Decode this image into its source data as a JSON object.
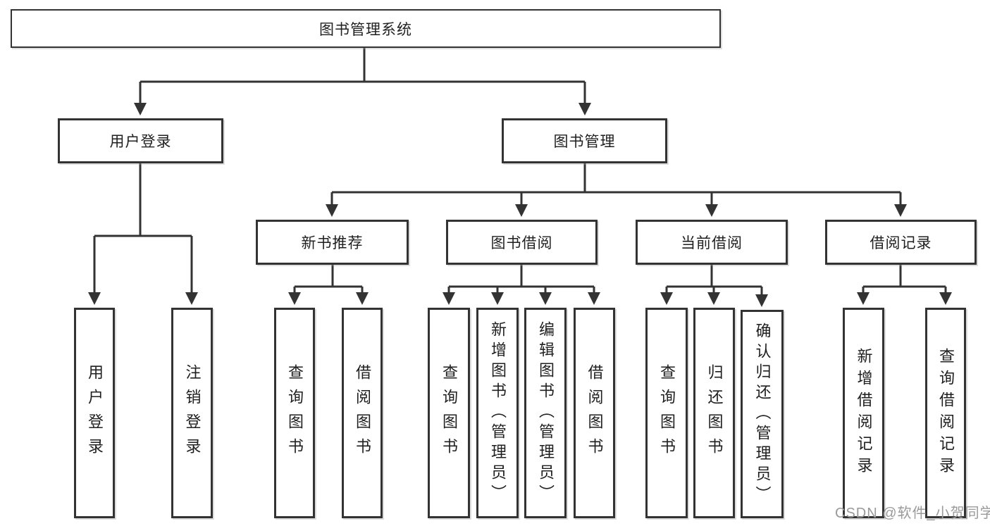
{
  "diagram": {
    "type": "hierarchy-tree",
    "watermark": "CSDN @软件_小贺同学",
    "colors": {
      "background": "#ffffff",
      "box_border": "#333333",
      "connector": "#333333",
      "text": "#1f1f1f",
      "watermark_text": "#9a9a9a"
    }
  },
  "nodes": {
    "root": {
      "label": "图书管理系统"
    },
    "user_login": {
      "label": "用户登录"
    },
    "book_mgmt": {
      "label": "图书管理"
    },
    "new_books": {
      "label": "新书推荐"
    },
    "book_borrow": {
      "label": "图书借阅"
    },
    "current_borrow": {
      "label": "当前借阅"
    },
    "borrow_records": {
      "label": "借阅记录"
    },
    "leaves": {
      "user_login": {
        "label": "用户登录"
      },
      "logout": {
        "label": "注销登录"
      },
      "nb_query": {
        "label": "查询图书"
      },
      "nb_borrow": {
        "label": "借阅图书"
      },
      "bb_query": {
        "label": "查询图书"
      },
      "bb_add": {
        "label": "新增图书（管理员）"
      },
      "bb_edit": {
        "label": "编辑图书（管理员）"
      },
      "bb_borrow": {
        "label": "借阅图书"
      },
      "cb_query": {
        "label": "查询图书"
      },
      "cb_return": {
        "label": "归还图书"
      },
      "cb_confirm": {
        "label": "确认归还（管理员）"
      },
      "br_add": {
        "label": "新增借阅记录"
      },
      "br_query": {
        "label": "查询借阅记录"
      }
    }
  },
  "edges": [
    {
      "from": "图书管理系统",
      "to": [
        "用户登录",
        "图书管理"
      ]
    },
    {
      "from": "用户登录",
      "to": [
        "用户登录",
        "注销登录"
      ]
    },
    {
      "from": "图书管理",
      "to": [
        "新书推荐",
        "图书借阅",
        "当前借阅",
        "借阅记录"
      ]
    },
    {
      "from": "新书推荐",
      "to": [
        "查询图书",
        "借阅图书"
      ]
    },
    {
      "from": "图书借阅",
      "to": [
        "查询图书",
        "新增图书（管理员）",
        "编辑图书（管理员）",
        "借阅图书"
      ]
    },
    {
      "from": "当前借阅",
      "to": [
        "查询图书",
        "归还图书",
        "确认归还（管理员）"
      ]
    },
    {
      "from": "借阅记录",
      "to": [
        "新增借阅记录",
        "查询借阅记录"
      ]
    }
  ]
}
